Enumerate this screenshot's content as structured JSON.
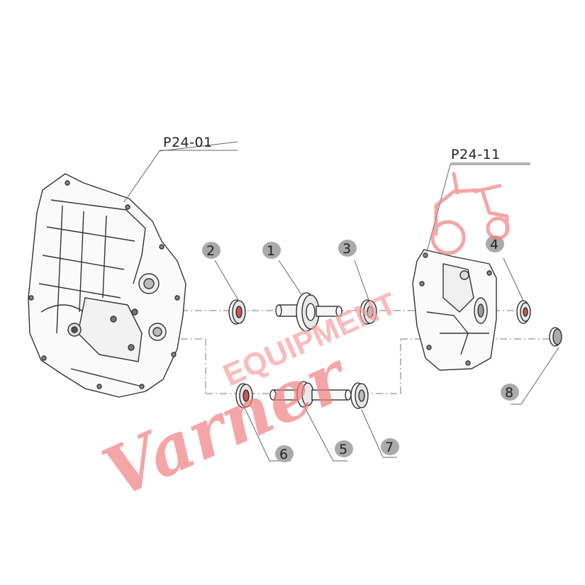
{
  "references": {
    "left_housing": "P24-01",
    "right_cover": "P24-11"
  },
  "callouts": [
    "1",
    "2",
    "3",
    "4",
    "5",
    "6",
    "7",
    "8"
  ],
  "watermark": {
    "script": "Varner",
    "block": "EQUIPMENT",
    "color": "#f08080"
  }
}
